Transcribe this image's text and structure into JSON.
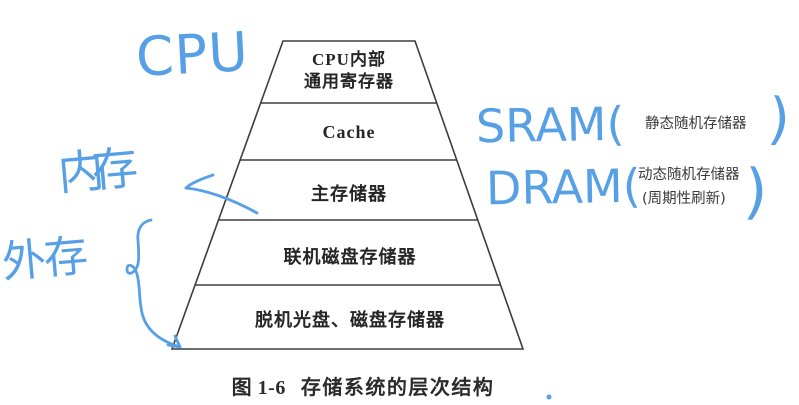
{
  "pyramid": {
    "levels": [
      {
        "lines": [
          "CPU内部",
          "通用寄存器"
        ]
      },
      {
        "lines": [
          "Cache"
        ]
      },
      {
        "lines": [
          "主存储器"
        ]
      },
      {
        "lines": [
          "联机磁盘存储器"
        ]
      },
      {
        "lines": [
          "脱机光盘、磁盘存储器"
        ]
      }
    ]
  },
  "caption": {
    "prefix": "图 1-6",
    "title": "存储系统的层次结构"
  },
  "annotations": {
    "ink_color": "#58A0E6",
    "cpu_label": "CPU",
    "sram_label": "SRAM(",
    "sram_typed": "静态随机存储器",
    "sram_close_paren": ")",
    "dram_label": "DRAM(",
    "dram_typed_line1": "动态随机存储器",
    "dram_typed_line2": "(周期性刷新)",
    "dram_close_paren": ")",
    "internal_memory_label": "内存",
    "external_memory_label": "外存"
  }
}
